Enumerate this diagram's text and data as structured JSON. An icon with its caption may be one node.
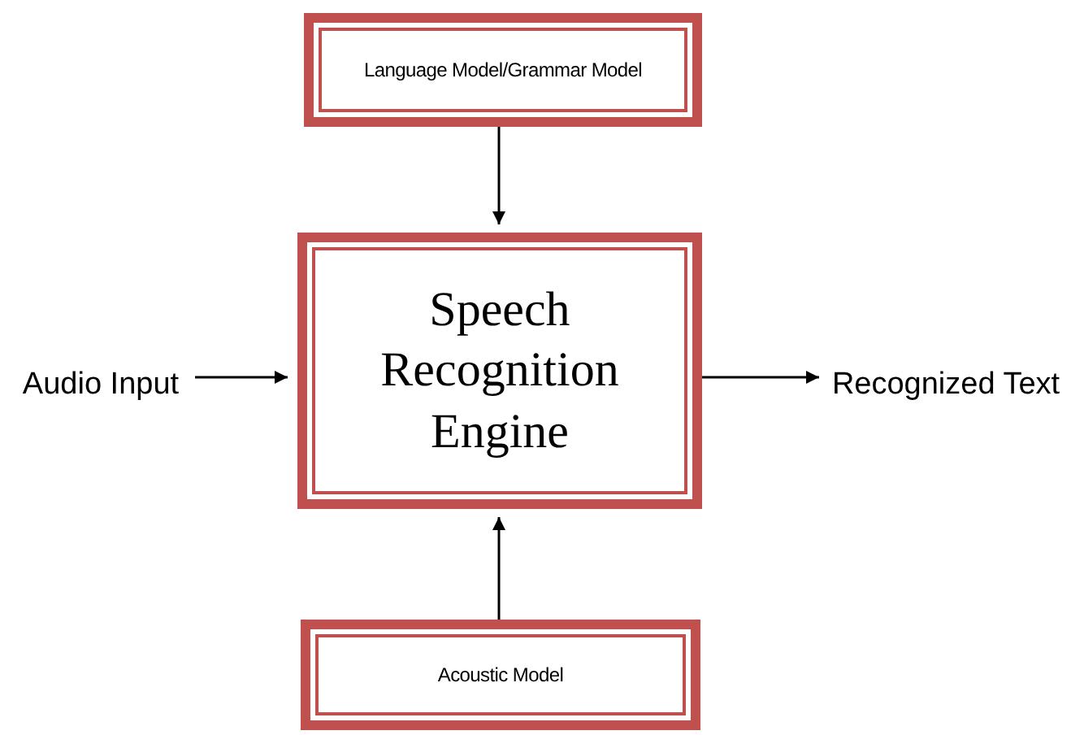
{
  "diagram": {
    "nodes": [
      {
        "text": [
          "Language Model/Grammar Model"
        ]
      },
      {
        "text": [
          "Audio Input"
        ]
      },
      {
        "text": [
          "Speech Recognition Engine"
        ]
      },
      {
        "text": [
          "Recognized Text"
        ]
      },
      {
        "text": [
          "Acoustic Model"
        ]
      }
    ],
    "edges": [
      {
        "from": 0,
        "to": 2,
        "arrow": "to"
      },
      {
        "from": 1,
        "to": 2,
        "arrow": "to"
      },
      {
        "from": 2,
        "to": 3,
        "arrow": "to"
      },
      {
        "from": 4,
        "to": 2,
        "arrow": "to"
      }
    ]
  }
}
